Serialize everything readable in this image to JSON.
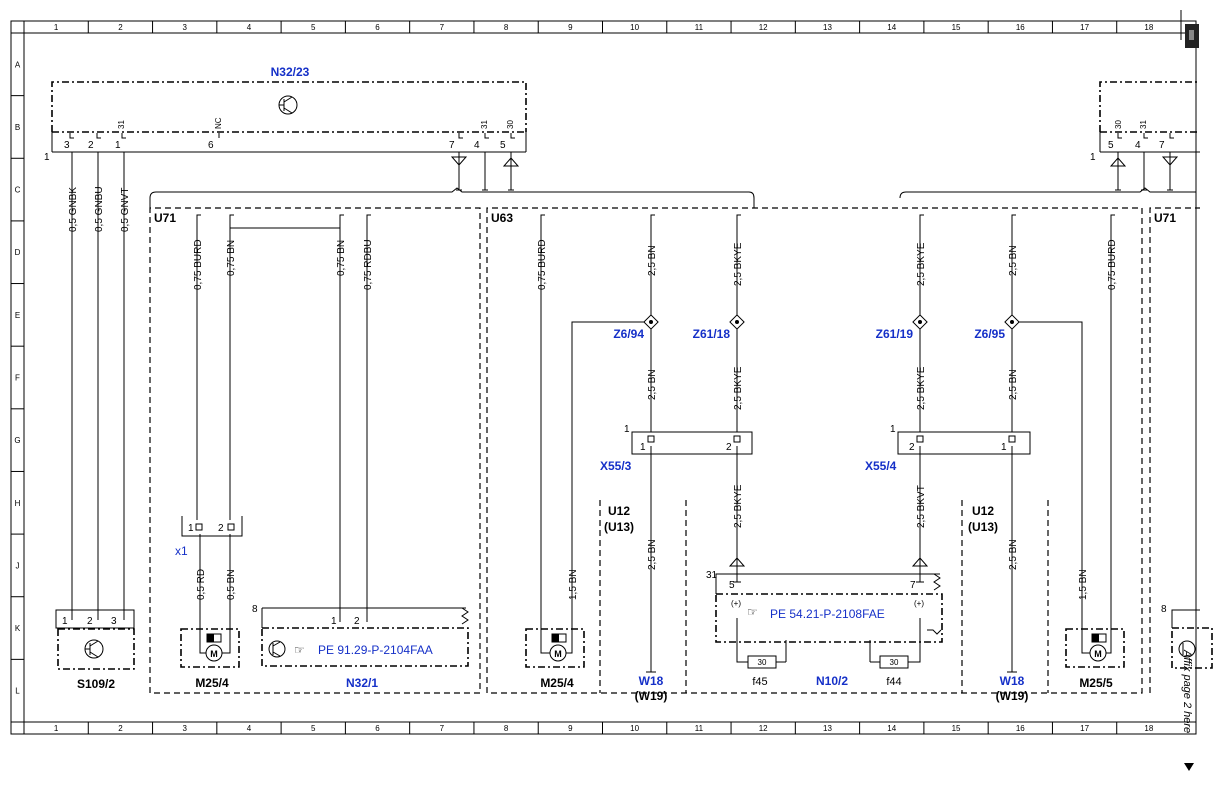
{
  "grid": {
    "columns": [
      "1",
      "2",
      "3",
      "4",
      "5",
      "6",
      "7",
      "8",
      "9",
      "10",
      "11",
      "12",
      "13",
      "14",
      "15",
      "16",
      "17",
      "18"
    ],
    "rows": [
      "A",
      "B",
      "C",
      "D",
      "E",
      "F",
      "G",
      "H",
      "J",
      "K",
      "L"
    ]
  },
  "components": {
    "n32_23": "N32/23",
    "s109_2": "S109/2",
    "m25_4a": "M25/4",
    "m25_4b": "M25/4",
    "m25_5": "M25/5",
    "n32_1": "N32/1",
    "n10_2": "N10/2",
    "x55_3": "X55/3",
    "x55_4": "X55/4",
    "z6_94": "Z6/94",
    "z61_18": "Z61/18",
    "z61_19": "Z61/19",
    "z6_95": "Z6/95",
    "x1": "x1",
    "w18a": "W18",
    "w19a": "(W19)",
    "w18b": "W18",
    "w19b": "(W19)",
    "f45": "f45",
    "f44": "f44"
  },
  "references": {
    "pe_n32_1": "PE 91.29-P-2104FAA",
    "pe_n10_2": "PE 54.21-P-2108FAE"
  },
  "groups": {
    "u71_left": "U71",
    "u63": "U63",
    "u71_right": "U71",
    "u12a": "U12",
    "u13a": "(U13)",
    "u12b": "U12",
    "u13b": "(U13)"
  },
  "wires": {
    "gnbk": "0,5 GNBK",
    "gnbu": "0,5 GNBU",
    "gnvt": "0,5 GNVT",
    "burd_l": "0,75 BURD",
    "bn_l": "0,75 BN",
    "bn_l2": "0,75 BN",
    "rdbu": "0,75 RDBU",
    "rd_05": "0,5 RD",
    "bn_05": "0,5 BN",
    "burd_c": "0,75 BURD",
    "bn15a": "1,5 BN",
    "bn25_a1": "2,5 BN",
    "bn25_a2": "2,5 BN",
    "bn25_a3": "2,5 BN",
    "bkye_1": "2,5 BKYE",
    "bkye_2": "2,5 BKYE",
    "bkye_3": "2,5 BKYE",
    "bkye_4": "2,5 BKYE",
    "bkye_5": "2,5 BKYE",
    "bkvt": "2,5 BKVT",
    "bn25_b1": "2,5 BN",
    "bn25_b2": "2,5 BN",
    "bn25_b3": "2,5 BN",
    "burd_r": "0,75 BURD",
    "bn15b": "1,5 BN"
  },
  "pins": {
    "n32_23_p3": "3",
    "n32_23_p2": "2",
    "n32_23_p1": "1",
    "n32_23_p6": "6",
    "n32_23_p7": "7",
    "n32_23_p4": "4",
    "n32_23_p5": "5",
    "n32_23_t31a": "31",
    "n32_23_nc": "NC",
    "n32_23_t31b": "31",
    "n32_23_t30": "30",
    "conn_one_left": "1",
    "right_p5": "5",
    "right_p4": "4",
    "right_p7": "7",
    "right_t30": "30",
    "right_t31": "31",
    "right_one": "1",
    "x1_p1": "1",
    "x1_p2": "2",
    "s109_p1": "1",
    "s109_p2": "2",
    "s109_p3": "3",
    "n32_1_p1": "1",
    "n32_1_p2": "2",
    "n32_1_p8": "8",
    "x55_3_p1": "1",
    "x55_3_p2": "2",
    "x55_3_one": "1",
    "x55_4_p2": "2",
    "x55_4_p1": "1",
    "x55_4_one": "1",
    "n10_2_p5": "5",
    "n10_2_p7": "7",
    "n10_2_t31": "31",
    "n10_2_plus_a": "(+)",
    "n10_2_plus_b": "(+)",
    "fuse_a": "30",
    "fuse_b": "30",
    "right_p8": "8"
  },
  "affix_note": "Affix page 2 here"
}
